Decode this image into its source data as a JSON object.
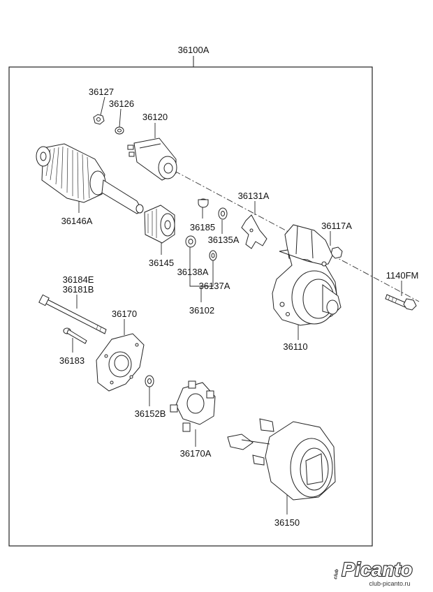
{
  "assembly_label": "36100A",
  "parts": {
    "p36127": "36127",
    "p36126": "36126",
    "p36120": "36120",
    "p36146A": "36146A",
    "p36185": "36185",
    "p36131A": "36131A",
    "p36135A": "36135A",
    "p36117A": "36117A",
    "p36145": "36145",
    "p36138A": "36138A",
    "p36137A": "36137A",
    "p36102": "36102",
    "p36184E": "36184E",
    "p36181B": "36181B",
    "p36170": "36170",
    "p1140FM": "1140FM",
    "p36110": "36110",
    "p36183": "36183",
    "p36152B": "36152B",
    "p36170A": "36170A",
    "p36150": "36150"
  },
  "watermark": {
    "brand": "Picanto",
    "prefix": "club",
    "url": "club-picanto.ru"
  }
}
